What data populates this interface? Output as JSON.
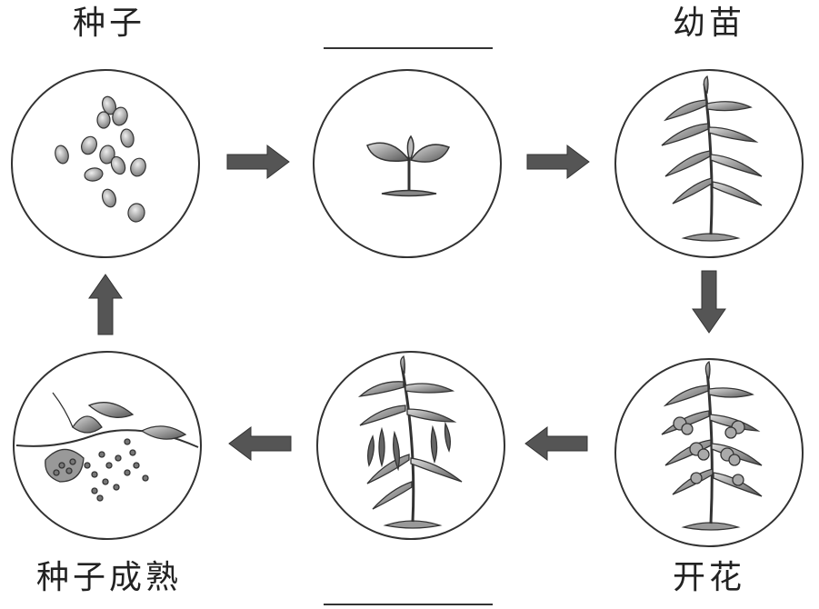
{
  "diagram": {
    "stages": [
      {
        "id": "seeds",
        "label": "种子",
        "illustration": "seeds"
      },
      {
        "id": "sprout",
        "label": "",
        "illustration": "sprout"
      },
      {
        "id": "seedling",
        "label": "幼苗",
        "illustration": "tall-seedling"
      },
      {
        "id": "flowering",
        "label": "开花",
        "illustration": "flowering-plant"
      },
      {
        "id": "fruiting",
        "label": "",
        "illustration": "fruiting-plant"
      },
      {
        "id": "mature",
        "label": "种子成熟",
        "illustration": "pods-releasing-seeds"
      }
    ],
    "arrow_style": {
      "fill": "#555555"
    },
    "circle_style": {
      "stroke": "#333333"
    }
  }
}
